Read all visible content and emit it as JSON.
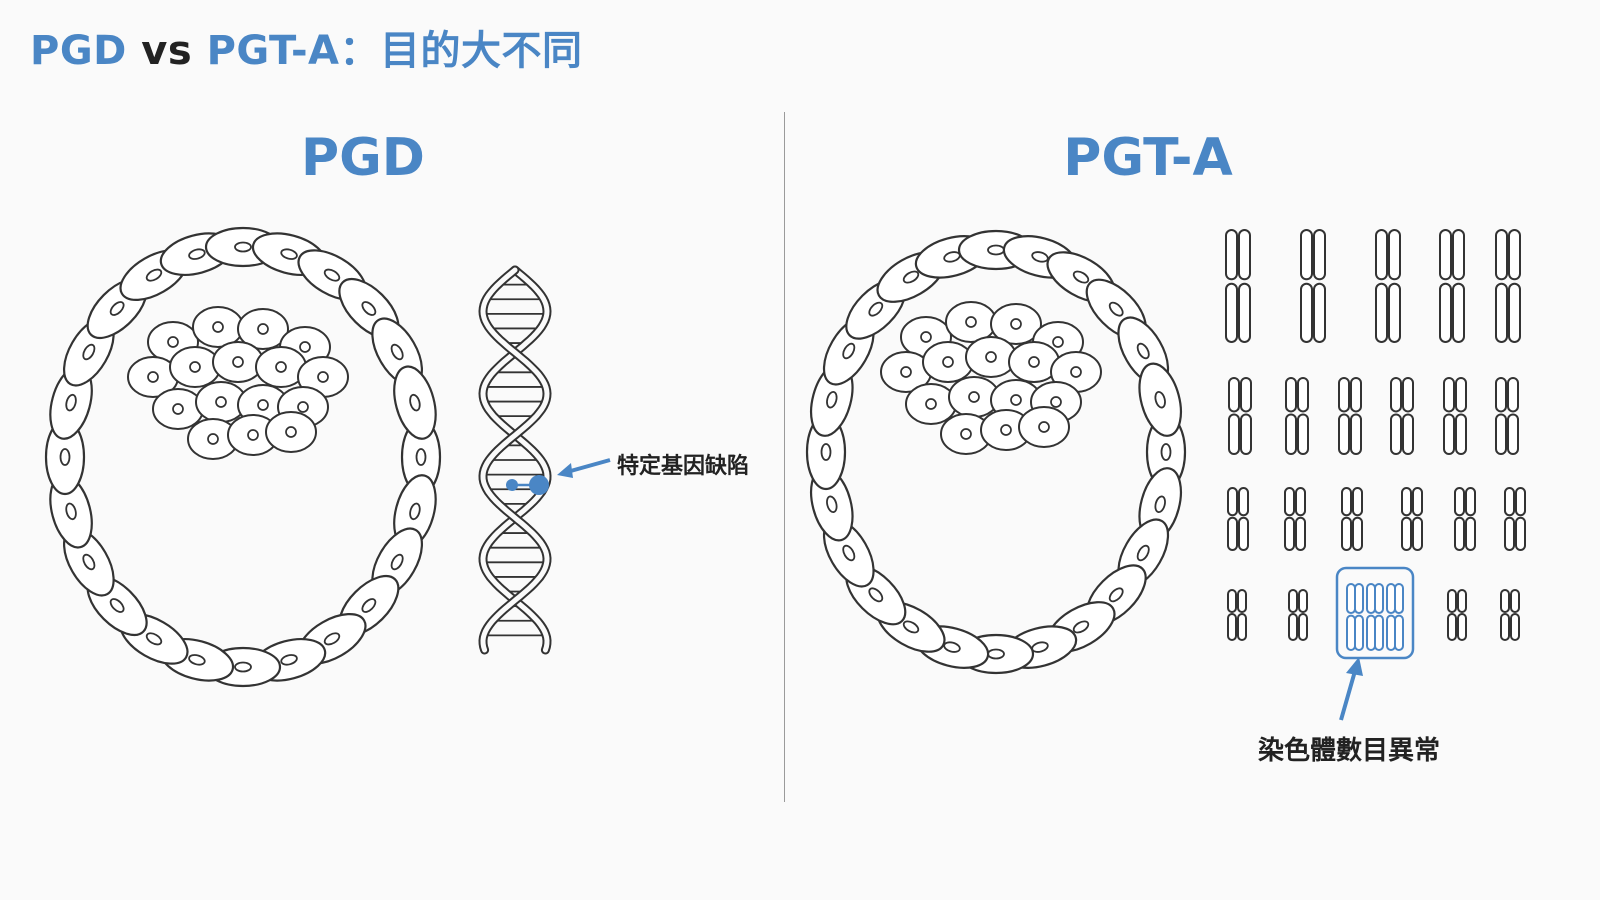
{
  "header": {
    "title_part1": "PGD",
    "title_vs": " vs ",
    "title_part2": "PGT-A",
    "title_part3": "：目的大不同"
  },
  "pgd": {
    "title": "PGD",
    "annotation": "特定基因缺陷"
  },
  "pgta": {
    "title": "PGT-A",
    "annotation": "染色體數目異常",
    "karyotype_rows": [
      5,
      6,
      6,
      5
    ],
    "abnormal_highlight": "trisomy"
  },
  "colors": {
    "accent": "#4a86c5",
    "text": "#222222",
    "line": "#333333",
    "background": "#fafafa"
  }
}
